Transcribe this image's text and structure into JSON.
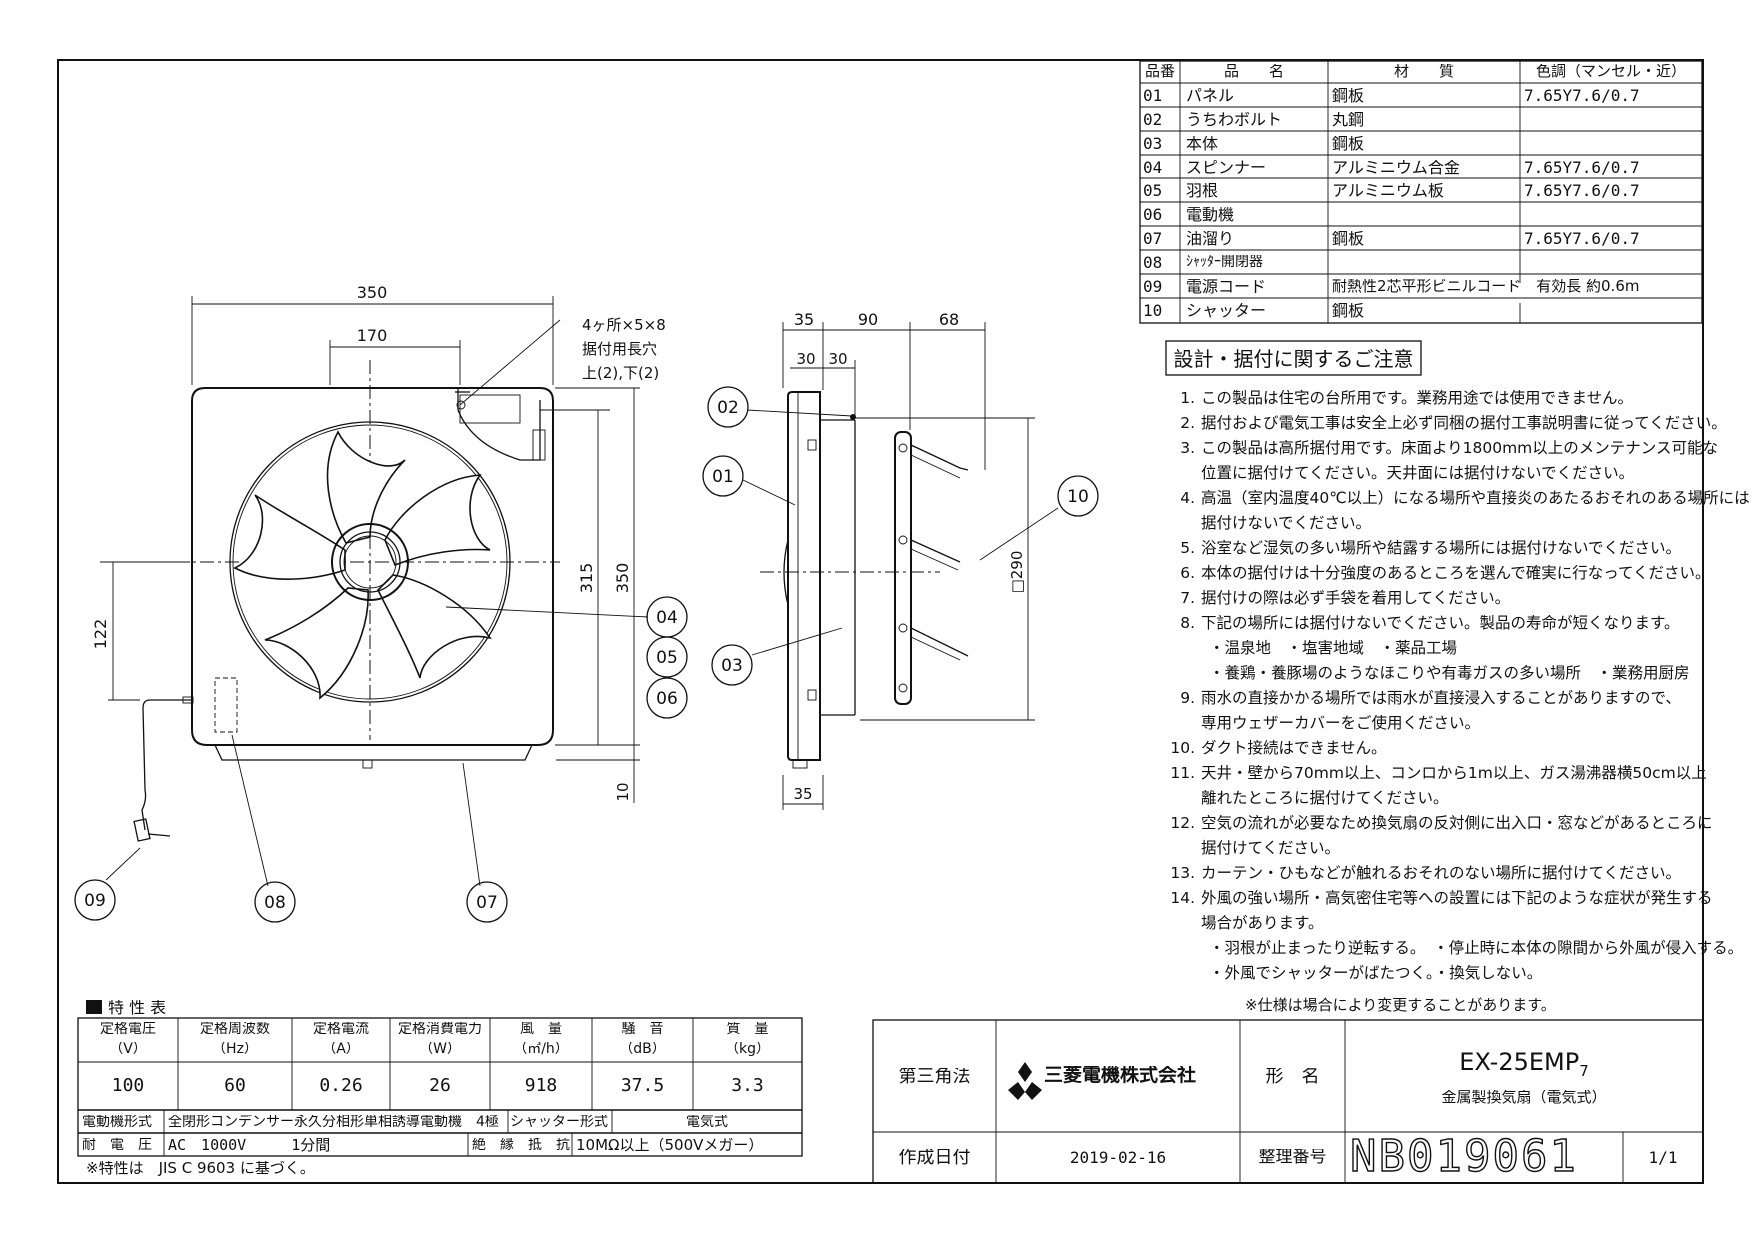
{
  "parts_table": {
    "headers": [
      "品番",
      "品　　名",
      "材　　質",
      "色調（マンセル・近）"
    ],
    "rows": [
      {
        "no": "01",
        "name": "パネル",
        "material": "鋼板",
        "color": "7.65Y7.6/0.7"
      },
      {
        "no": "02",
        "name": "うちわボルト",
        "material": "丸鋼",
        "color": ""
      },
      {
        "no": "03",
        "name": "本体",
        "material": "鋼板",
        "color": ""
      },
      {
        "no": "04",
        "name": "スピンナー",
        "material": "アルミニウム合金",
        "color": "7.65Y7.6/0.7"
      },
      {
        "no": "05",
        "name": "羽根",
        "material": "アルミニウム板",
        "color": "7.65Y7.6/0.7"
      },
      {
        "no": "06",
        "name": "電動機",
        "material": "",
        "color": ""
      },
      {
        "no": "07",
        "name": "油溜り",
        "material": "鋼板",
        "color": "7.65Y7.6/0.7"
      },
      {
        "no": "08",
        "name": "ｼｬｯﾀｰ開閉器",
        "material": "",
        "color": ""
      },
      {
        "no": "09",
        "name": "電源コード",
        "material": "耐熱性2芯平形ビニルコード　有効長 約0.6m",
        "color": ""
      },
      {
        "no": "10",
        "name": "シャッター",
        "material": "鋼板",
        "color": ""
      }
    ]
  },
  "notes": {
    "title": "設計・据付に関するご注意",
    "items": [
      {
        "n": "1.",
        "lines": [
          "この製品は住宅の台所用です。業務用途では使用できません。"
        ]
      },
      {
        "n": "2.",
        "lines": [
          "据付および電気工事は安全上必ず同梱の据付工事説明書に従ってください。"
        ]
      },
      {
        "n": "3.",
        "lines": [
          "この製品は高所据付用です。床面より1800mm以上のメンテナンス可能な",
          "位置に据付けてください。天井面には据付けないでください。"
        ]
      },
      {
        "n": "4.",
        "lines": [
          "高温（室内温度40℃以上）になる場所や直接炎のあたるおそれのある場所には",
          "据付けないでください。"
        ]
      },
      {
        "n": "5.",
        "lines": [
          "浴室など湿気の多い場所や結露する場所には据付けないでください。"
        ]
      },
      {
        "n": "6.",
        "lines": [
          "本体の据付けは十分強度のあるところを選んで確実に行なってください。"
        ]
      },
      {
        "n": "7.",
        "lines": [
          "据付けの際は必ず手袋を着用してください。"
        ]
      },
      {
        "n": "8.",
        "lines": [
          "下記の場所には据付けないでください。製品の寿命が短くなります。",
          "・温泉地　・塩害地域　・薬品工場",
          "・養鶏・養豚場のようなほこりや有毒ガスの多い場所　・業務用厨房"
        ]
      },
      {
        "n": "9.",
        "lines": [
          "雨水の直接かかる場所では雨水が直接浸入することがありますので、",
          "専用ウェザーカバーをご使用ください。"
        ]
      },
      {
        "n": "10.",
        "lines": [
          "ダクト接続はできません。"
        ]
      },
      {
        "n": "11.",
        "lines": [
          "天井・壁から70mm以上、コンロから1m以上、ガス湯沸器横50cm以上",
          "離れたところに据付けてください。"
        ]
      },
      {
        "n": "12.",
        "lines": [
          "空気の流れが必要なため換気扇の反対側に出入口・窓などがあるところに",
          "据付けてください。"
        ]
      },
      {
        "n": "13.",
        "lines": [
          "カーテン・ひもなどが触れるおそれのない場所に据付けてください。"
        ]
      },
      {
        "n": "14.",
        "lines": [
          "外風の強い場所・高気密住宅等への設置には下記のような症状が発生する",
          "場合があります。",
          "・羽根が止まったり逆転する。　・停止時に本体の隙間から外風が侵入する。",
          "・外風でシャッターがばたつく。・換気しない。"
        ]
      }
    ],
    "footnote": "※仕様は場合により変更することがあります。"
  },
  "spec_table": {
    "title": "特 性 表",
    "headers": [
      {
        "top": "定格電圧",
        "unit": "（V）"
      },
      {
        "top": "定格周波数",
        "unit": "（Hz）"
      },
      {
        "top": "定格電流",
        "unit": "（A）"
      },
      {
        "top": "定格消費電力",
        "unit": "（W）"
      },
      {
        "top": "風　量",
        "unit": "（㎥/h）"
      },
      {
        "top": "騒　音",
        "unit": "（dB）"
      },
      {
        "top": "質　量",
        "unit": "（kg）"
      }
    ],
    "values": [
      "100",
      "60",
      "0.26",
      "26",
      "918",
      "37.5",
      "3.3"
    ],
    "motor_label": "電動機形式",
    "motor_value": "全閉形コンデンサー永久分相形単相誘導電動機　4極",
    "shutter_label": "シャッター形式",
    "shutter_value": "電気式",
    "withstand_label": "耐　電　圧",
    "withstand_value": "AC　1000V　　　1分間",
    "insulation_label": "絶　縁　抵　抗",
    "insulation_value": "10MΩ以上（500Vメガー）",
    "footnote": "※特性は　JIS C 9603 に基づく。"
  },
  "title_block": {
    "projection": "第三角法",
    "company": "三菱電機株式会社",
    "model_label": "形　名",
    "model": "EX-25EMP",
    "model_sub": "7",
    "product_name": "金属製換気扇（電気式）",
    "date_label": "作成日付",
    "date": "2019-02-16",
    "ref_label": "整理番号",
    "ref_number": "NB019061",
    "sheet": "1/1"
  },
  "drawing": {
    "front": {
      "dim_width": "350",
      "dim_center": "170",
      "dim_height_inner": "315",
      "dim_height": "350",
      "dim_left": "122",
      "dim_bottom": "10",
      "slot_note": [
        "4ヶ所×5×8",
        "据付用長穴",
        "上(2),下(2)"
      ]
    },
    "side": {
      "dim_35_top": "35",
      "dim_90": "90",
      "dim_68": "68",
      "dim_30a": "30",
      "dim_30b": "30",
      "dim_290": "□290",
      "dim_35_bottom": "35"
    },
    "callouts": [
      "01",
      "02",
      "03",
      "04",
      "05",
      "06",
      "07",
      "08",
      "09",
      "10"
    ]
  }
}
